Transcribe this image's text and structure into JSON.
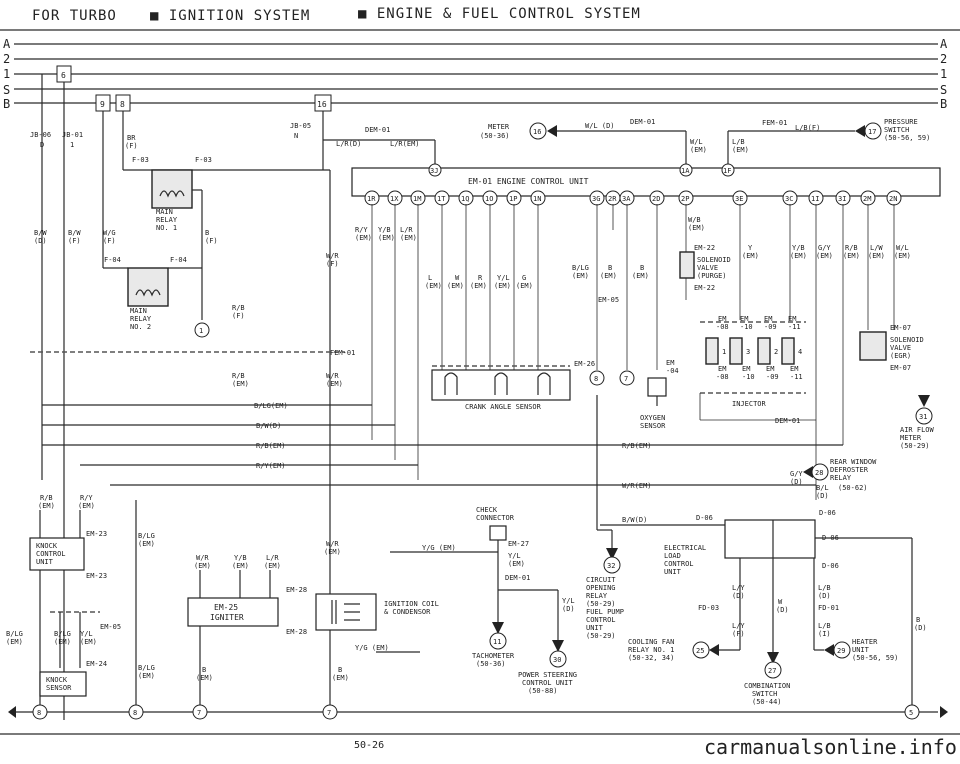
{
  "header": {
    "title_1": "FOR TURBO",
    "title_2": "■ IGNITION SYSTEM",
    "title_3": "■ ENGINE & FUEL CONTROL SYSTEM"
  },
  "rails": [
    "A",
    "2",
    "1",
    "S",
    "B"
  ],
  "connectors": {
    "c6": "6",
    "c9": "9",
    "c8": "8",
    "c16": "16",
    "jb06": "JB-06",
    "jb06_pin": "D",
    "jb01": "JB-01",
    "jb01_pin": "1",
    "jb05": "JB-05",
    "jb05_pin": "N"
  },
  "relays": {
    "main1": {
      "l1": "MAIN",
      "l2": "RELAY",
      "l3": "NO. 1",
      "conn_l": "F-03",
      "conn_r": "F-03"
    },
    "main2": {
      "l1": "MAIN",
      "l2": "RELAY",
      "l3": "NO. 2",
      "conn_l": "F-04",
      "conn_r": "F-04"
    }
  },
  "wires": {
    "br_f": "BR",
    "br_f2": "(F)",
    "bw_d": "B/W",
    "bw_d2": "(D)",
    "bw_f": "B/W",
    "bw_f2": "(F)",
    "wg_f": "W/G",
    "wg_f2": "(F)",
    "b_f": "B",
    "b_f2": "(F)",
    "rb_f": "R/B",
    "rb_f2": "(F)",
    "rb_em": "R/B",
    "rb_em2": "(EM)",
    "wr_em": "W/R",
    "wr_em2": "(EM)",
    "wr_f": "W/R",
    "wr_f2": "(F)",
    "ry": "R/Y",
    "yb": "Y/B",
    "lr": "L/R",
    "em": "(EM)",
    "l": "L",
    "w": "W",
    "r": "R",
    "yl": "Y/L",
    "g": "G",
    "blg": "B/LG",
    "b": "B",
    "wb": "W/B",
    "y": "Y",
    "gy": "G/Y",
    "rb": "R/B",
    "lw": "L/W",
    "wl": "W/L",
    "dem01_top": "DEM-01",
    "lrd": "L/R(D)",
    "lrem": "L/R(EM)",
    "meter_l1": "METER",
    "meter_l2": "(50-36)",
    "wlem": "W/L (D)",
    "fem01": "FEM-01",
    "lbf": "L/B(F)",
    "wl_em": "W/L",
    "wl_em2": "(EM)",
    "lb": "L/B",
    "lb2": "(EM)",
    "b_lg_em": "B/LG(EM)",
    "bw_em": "B/W(D)",
    "rb_em_long": "R/B(EM)",
    "ry_em": "R/Y(EM)",
    "rb_em_r": "R/B(EM)",
    "wr_em_long": "W/R(EM)",
    "fem01_mid": "FEM-01"
  },
  "ecu": {
    "label": "EM-01 ENGINE CONTROL UNIT",
    "pin_3j": "3J",
    "pin_1a": "1A",
    "pin_1f": "1F",
    "pins": [
      "1R",
      "1X",
      "1M",
      "1T",
      "1Q",
      "1O",
      "1P",
      "1N",
      "3G",
      "2R",
      "3A",
      "2D",
      "2P",
      "3E",
      "3C",
      "1I",
      "3I",
      "2M",
      "2N"
    ]
  },
  "crank": {
    "label": "CRANK ANGLE SENSOR",
    "conn": "EM-26"
  },
  "oxygen": {
    "l1": "OXYGEN",
    "l2": "SENSOR",
    "conn_l1": "EM",
    "conn_l2": "-04"
  },
  "solenoid_purge": {
    "conn1": "EM-22",
    "l1": "SOLENOID",
    "l2": "VALVE",
    "l3": "(PURGE)",
    "conn2": "EM-22"
  },
  "em05": "EM-05",
  "injector": {
    "label": "INJECTOR",
    "em": "EM",
    "c1": "-08",
    "c2": "-10",
    "c3": "-09",
    "c4": "-11",
    "n1": "1",
    "n2": "3",
    "n3": "2",
    "n4": "4"
  },
  "solenoid_egr": {
    "conn1": "EM-07",
    "l1": "SOLENOID",
    "l2": "VALVE",
    "l3": "(EGR)",
    "conn2": "EM-07"
  },
  "air_flow": {
    "num": "31",
    "l1": "AIR FLOW",
    "l2": "METER",
    "l3": "(50-29)"
  },
  "pressure": {
    "num": "17",
    "l1": "PRESSURE",
    "l2": "SWITCH",
    "l3": "(50-56, 59)"
  },
  "dem01_r": "DEM-01",
  "rear_window": {
    "num": "28",
    "l1": "REAR WINDOW",
    "l2": "DEFROSTER",
    "l3": "RELAY",
    "l4": "(50-62)",
    "gy": "G/Y",
    "gy2": "(D)",
    "bl": "B/L",
    "bl2": "(D)"
  },
  "knock_unit": {
    "l1": "KNOCK",
    "l2": "CONTROL",
    "l3": "UNIT",
    "conn1": "EM-23",
    "conn2": "EM-23",
    "rb": "R/B",
    "rb2": "(EM)",
    "ry": "R/Y",
    "ry2": "(EM)",
    "blg": "B/LG",
    "blg2": "(EM)",
    "blg_l": "B/LG",
    "blg_l2": "(EM)",
    "blg_m": "B/LG",
    "blg_m2": "(EM)",
    "yl": "Y/L",
    "yl2": "(EM)"
  },
  "knock_sensor": {
    "l1": "KNOCK",
    "l2": "SENSOR",
    "conn": "EM-24"
  },
  "em05_l": "EM-05",
  "igniter": {
    "l1": "EM-25",
    "l2": "IGNITER",
    "wr": "W/R",
    "wr2": "(EM)",
    "yb": "Y/B",
    "yb2": "(EM)",
    "lr": "L/R",
    "lr2": "(EM)",
    "b": "B",
    "b2": "(EM)"
  },
  "coil": {
    "l1": "IGNITION COIL",
    "l2": "& CONDENSOR",
    "conn1": "EM-28",
    "conn2": "EM-28",
    "wr": "W/R",
    "wr2": "(EM)",
    "b": "B",
    "b2": "(EM)",
    "yg": "Y/G (EM)"
  },
  "check": {
    "l1": "CHECK",
    "l2": "CONNECTOR",
    "conn": "EM-27",
    "yg_em": "Y/G (EM)",
    "yl": "Y/L",
    "yl2": "(EM)",
    "dem01": "DEM-01"
  },
  "tach": {
    "num": "11",
    "l1": "TACHOMETER",
    "l2": "(50-36)"
  },
  "ps": {
    "num": "30",
    "l1": "POWER STEERING",
    "l2": "CONTROL UNIT",
    "l3": "(50-88)"
  },
  "circuit": {
    "num": "32",
    "l1": "CIRCUIT",
    "l2": "OPENING",
    "l3": "RELAY",
    "l4": "(50-29)",
    "l5": "FUEL PUMP",
    "l6": "CONTROL",
    "l7": "UNIT",
    "l8": "(50-29)",
    "yl": "Y/L",
    "yl2": "(D)"
  },
  "elu": {
    "l1": "ELECTRICAL",
    "l2": "LOAD",
    "l3": "CONTROL",
    "l4": "UNIT",
    "d06a": "D-06",
    "d06b": "D-06",
    "d06c": "D-06",
    "bwd": "B/W(D)",
    "d06_top": "D-06"
  },
  "cooling": {
    "num": "25",
    "l1": "COOLING FAN",
    "l2": "RELAY NO. 1",
    "l3": "(50-32, 34)",
    "fd03": "FD-03",
    "ly": "L/Y",
    "ly2": "(D)",
    "ly3": "L/Y",
    "ly4": "(F)"
  },
  "combo": {
    "num": "27",
    "l1": "COMBINATION",
    "l2": "SWITCH",
    "l3": "(50-44)",
    "w": "W",
    "w2": "(D)"
  },
  "heater": {
    "num": "29",
    "l1": "HEATER",
    "l2": "UNIT",
    "l3": "(50-56, 59)",
    "lb": "L/B",
    "lb2": "(D)",
    "lb3": "L/B",
    "lb4": "(I)",
    "fd01": "FD-01",
    "b": "B",
    "b2": "(D)",
    "d06": "D-06"
  },
  "grounds": {
    "g8": "8",
    "g8b": "8",
    "g7": "7",
    "g7b": "7",
    "g5": "5",
    "g1": "1",
    "g8c": "8",
    "g7c": "7"
  },
  "footer": {
    "page": "50-26",
    "watermark": "carmanualsonline.info"
  }
}
